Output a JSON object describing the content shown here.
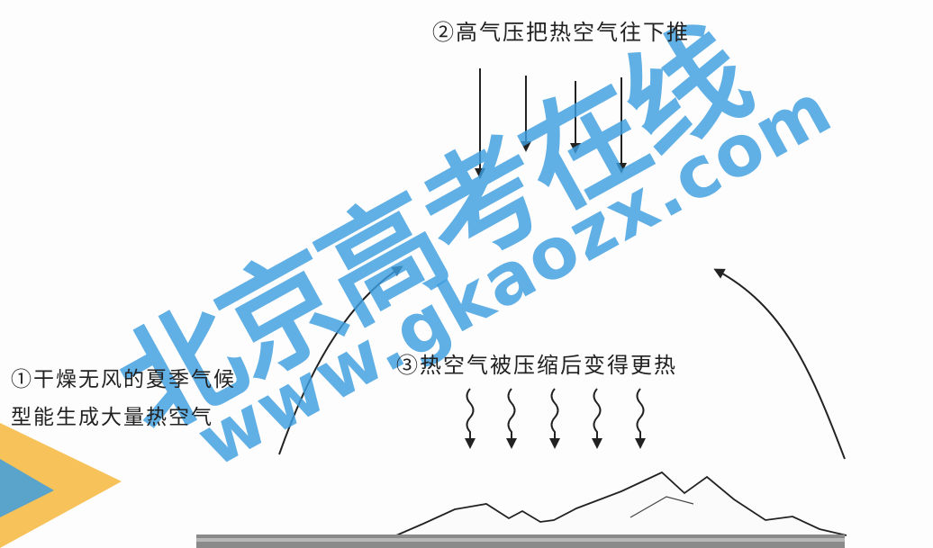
{
  "labels": {
    "step2": "②高气压把热空气往下推",
    "step3": "③热空气被压缩后变得更热",
    "step1_line1": "①干燥无风的夏季气候",
    "step1_line2": "型能生成大量热空气"
  },
  "watermark": {
    "chinese": "北京高考在线",
    "url": "www.gkaozx.com"
  },
  "colors": {
    "ink": "#222222",
    "watermark_blue": "#3e9fe0",
    "watermark_orange": "#f6b73c",
    "ground": "#8a8a8a"
  }
}
